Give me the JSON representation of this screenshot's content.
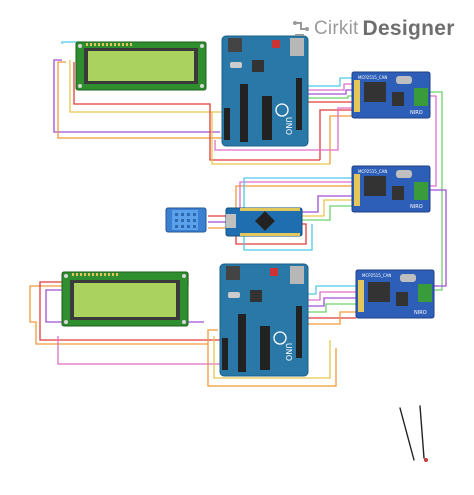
{
  "brand": {
    "name": "Cirkit",
    "product": "Designer",
    "logo_icon": "cirkit-logo-icon"
  },
  "components": {
    "lcd_top": {
      "kind": "lcd-16x2",
      "screen_color": "#a9d35e"
    },
    "lcd_bottom": {
      "kind": "lcd-16x2",
      "screen_color": "#a9d35e"
    },
    "arduino_top": {
      "kind": "arduino-uno",
      "logo_text": "UNO"
    },
    "arduino_bottom": {
      "kind": "arduino-uno",
      "logo_text": "UNO"
    },
    "arduino_nano": {
      "kind": "arduino-nano"
    },
    "dht_sensor": {
      "kind": "dht11-sensor"
    },
    "can_modules": [
      {
        "kind": "mcp2515-can",
        "chip_text": "MCP2515_CAN",
        "brand_text": "NIRO"
      },
      {
        "kind": "mcp2515-can",
        "chip_text": "MCP2515_CAN",
        "brand_text": "NIRO"
      },
      {
        "kind": "mcp2515-can",
        "chip_text": "MCP2515_CAN",
        "brand_text": "NIRO"
      }
    ],
    "probe": {
      "kind": "wire-probe"
    }
  },
  "colors": {
    "pcb_blue": "#2a78a8",
    "module_blue": "#2e5fb8",
    "lcd_green": "#2f8f2f",
    "wire_purple": "#a24fd6",
    "wire_orange": "#f09a3c",
    "wire_red": "#e23b3b",
    "wire_yellow": "#e6c64b",
    "wire_cyan": "#4fc8e8",
    "wire_green": "#6fd06f",
    "wire_pink": "#e06fc8"
  }
}
